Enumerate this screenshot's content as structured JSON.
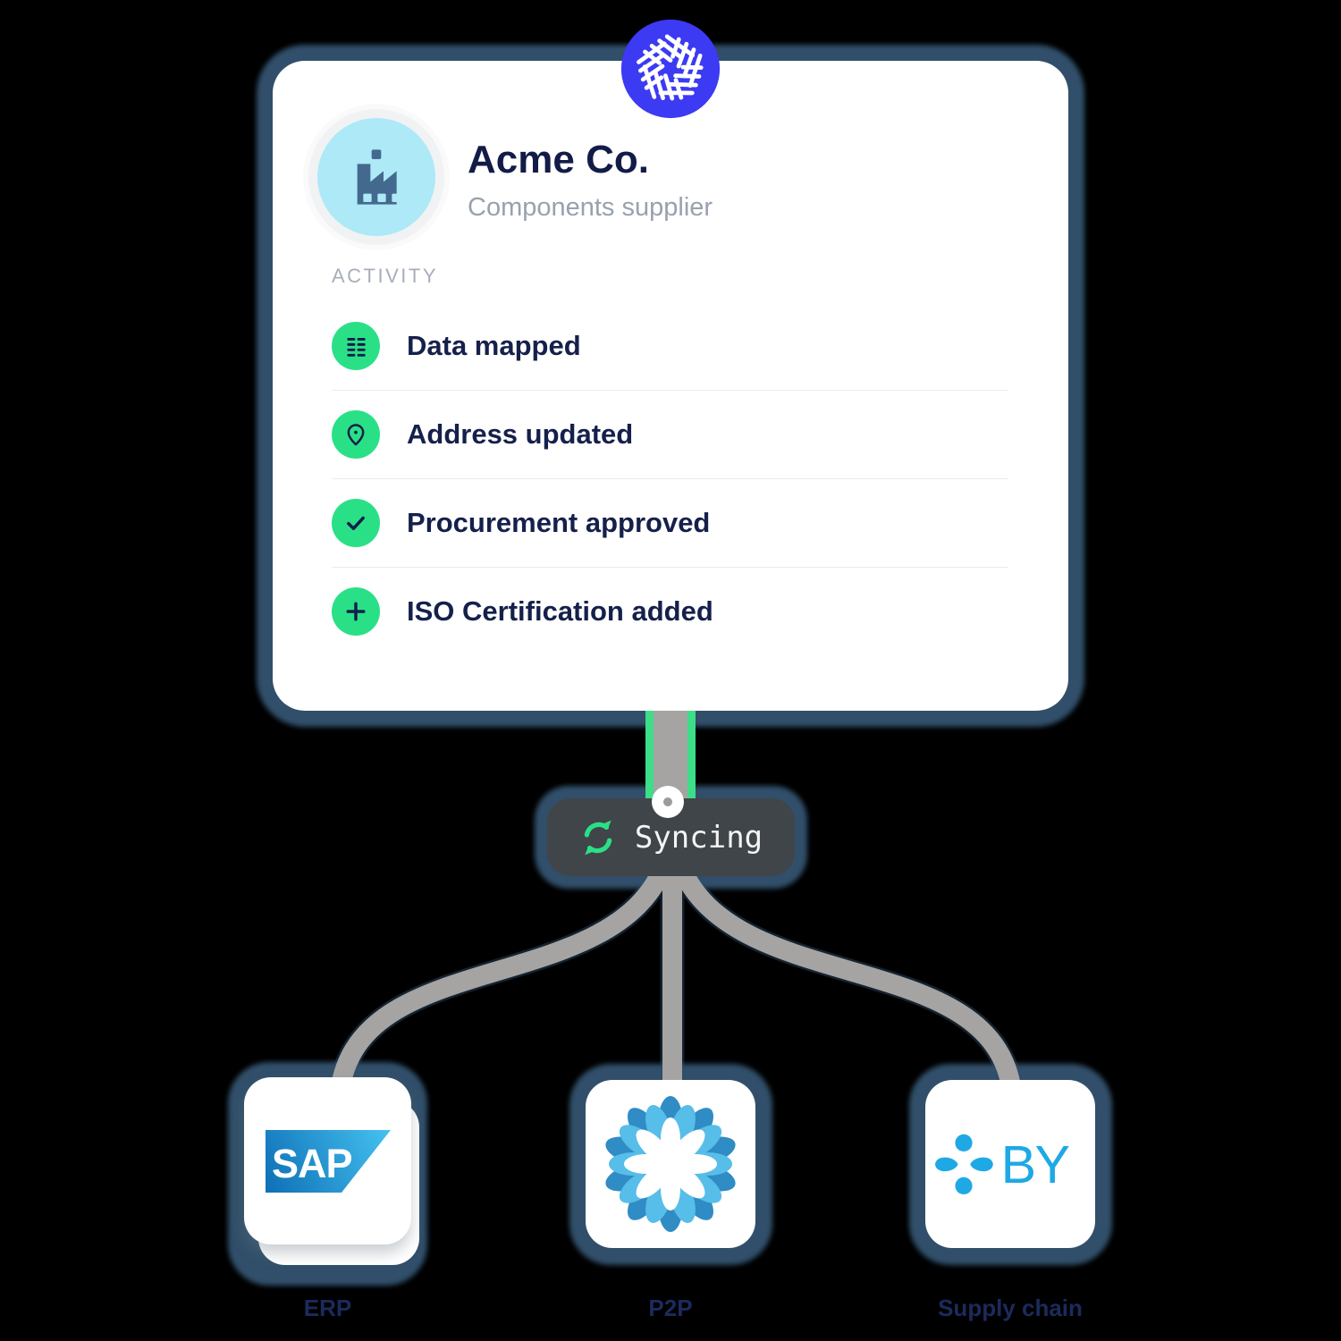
{
  "brand_badge": {
    "icon": "pinwheel-logo"
  },
  "supplier_card": {
    "name": "Acme Co.",
    "type": "Components supplier",
    "avatar_icon": "factory-icon",
    "activity_label": "ACTIVITY",
    "activity": [
      {
        "icon": "data-list-icon",
        "label": "Data mapped"
      },
      {
        "icon": "location-pin-icon",
        "label": "Address updated"
      },
      {
        "icon": "check-icon",
        "label": "Procurement approved"
      },
      {
        "icon": "plus-icon",
        "label": "ISO Certification added"
      }
    ]
  },
  "sync_badge": {
    "icon": "sync-arrows-icon",
    "label": "Syncing"
  },
  "integrations": [
    {
      "logo": "SAP",
      "logo_text": "SAP",
      "label": "ERP"
    },
    {
      "logo": "flower-logo",
      "label": "P2P"
    },
    {
      "logo": "Blue Yonder",
      "logo_text": "BY",
      "label": "Supply chain"
    }
  ],
  "colors": {
    "background": "#000000",
    "halo_slate": "#33536f",
    "card_white": "#ffffff",
    "brand_indigo": "#3c3af2",
    "avatar_cyan": "#ade9f7",
    "factory_slate": "#44698e",
    "title_navy": "#131c47",
    "muted_gray": "#98a1ae",
    "accent_green": "#2ae087",
    "badge_dark": "#404549",
    "pipe_gray": "#a5a4a2",
    "sap_blue_dark": "#0e6fb6",
    "sap_blue_light": "#45c2f0",
    "by_blue": "#1ea9e5",
    "label_navy": "#1c2b5c"
  }
}
